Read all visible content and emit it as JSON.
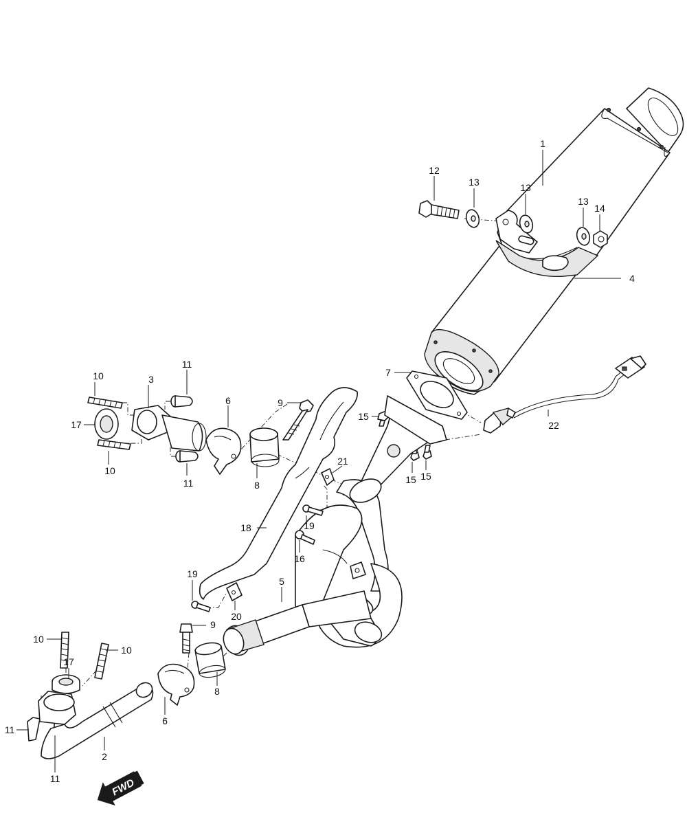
{
  "callouts": [
    {
      "id": "c1",
      "label": "1"
    },
    {
      "id": "c2",
      "label": "2"
    },
    {
      "id": "c3",
      "label": "3"
    },
    {
      "id": "c4",
      "label": "4"
    },
    {
      "id": "c5",
      "label": "5"
    },
    {
      "id": "c6a",
      "label": "6"
    },
    {
      "id": "c6b",
      "label": "6"
    },
    {
      "id": "c7",
      "label": "7"
    },
    {
      "id": "c8a",
      "label": "8"
    },
    {
      "id": "c8b",
      "label": "8"
    },
    {
      "id": "c9a",
      "label": "9"
    },
    {
      "id": "c9b",
      "label": "9"
    },
    {
      "id": "c10a",
      "label": "10"
    },
    {
      "id": "c10b",
      "label": "10"
    },
    {
      "id": "c10c",
      "label": "10"
    },
    {
      "id": "c10d",
      "label": "10"
    },
    {
      "id": "c11a",
      "label": "11"
    },
    {
      "id": "c11b",
      "label": "11"
    },
    {
      "id": "c11c",
      "label": "11"
    },
    {
      "id": "c11d",
      "label": "11"
    },
    {
      "id": "c12",
      "label": "12"
    },
    {
      "id": "c13a",
      "label": "13"
    },
    {
      "id": "c13b",
      "label": "13"
    },
    {
      "id": "c13c",
      "label": "13"
    },
    {
      "id": "c14",
      "label": "14"
    },
    {
      "id": "c15a",
      "label": "15"
    },
    {
      "id": "c15b",
      "label": "15"
    },
    {
      "id": "c15c",
      "label": "15"
    },
    {
      "id": "c16",
      "label": "16"
    },
    {
      "id": "c17a",
      "label": "17"
    },
    {
      "id": "c17b",
      "label": "17"
    },
    {
      "id": "c18",
      "label": "18"
    },
    {
      "id": "c19a",
      "label": "19"
    },
    {
      "id": "c19b",
      "label": "19"
    },
    {
      "id": "c20",
      "label": "20"
    },
    {
      "id": "c21",
      "label": "21"
    },
    {
      "id": "c22",
      "label": "22"
    }
  ],
  "direction_arrow": {
    "label": "FWD",
    "icon": "forward-arrow-icon"
  }
}
